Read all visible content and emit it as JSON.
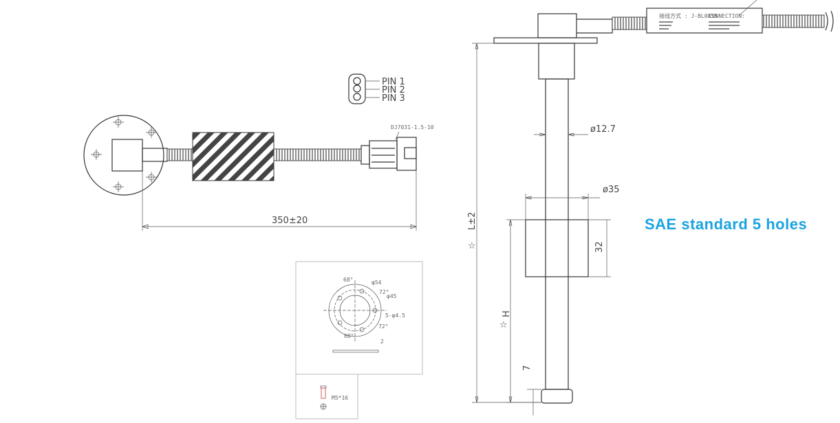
{
  "left_view": {
    "length_dim": "350±20",
    "connector_part": "DJ7031-1.5-10",
    "pins": [
      "PIN  1",
      "PIN  2",
      "PIN  3"
    ]
  },
  "flange_detail": {
    "angle_top": "68°",
    "angle_bottom": "68°",
    "angle_right_top": "72°",
    "angle_right_bottom": "72°",
    "outer_dia": "φ54",
    "pcd": "φ45",
    "holes": "5-φ4.5",
    "thickness": "2",
    "screw": "M5*16"
  },
  "side_view": {
    "tube_dia": "ø12.7",
    "float_dia": "ø35",
    "float_height": "32",
    "length": "L±2",
    "height": "H",
    "bottom": "7",
    "label_model": "接线方式 : J-BL0855",
    "label_connection": "CONNECTION:"
  },
  "caption": "SAE standard 5 holes",
  "colors": {
    "caption": "#1aa3e0"
  }
}
